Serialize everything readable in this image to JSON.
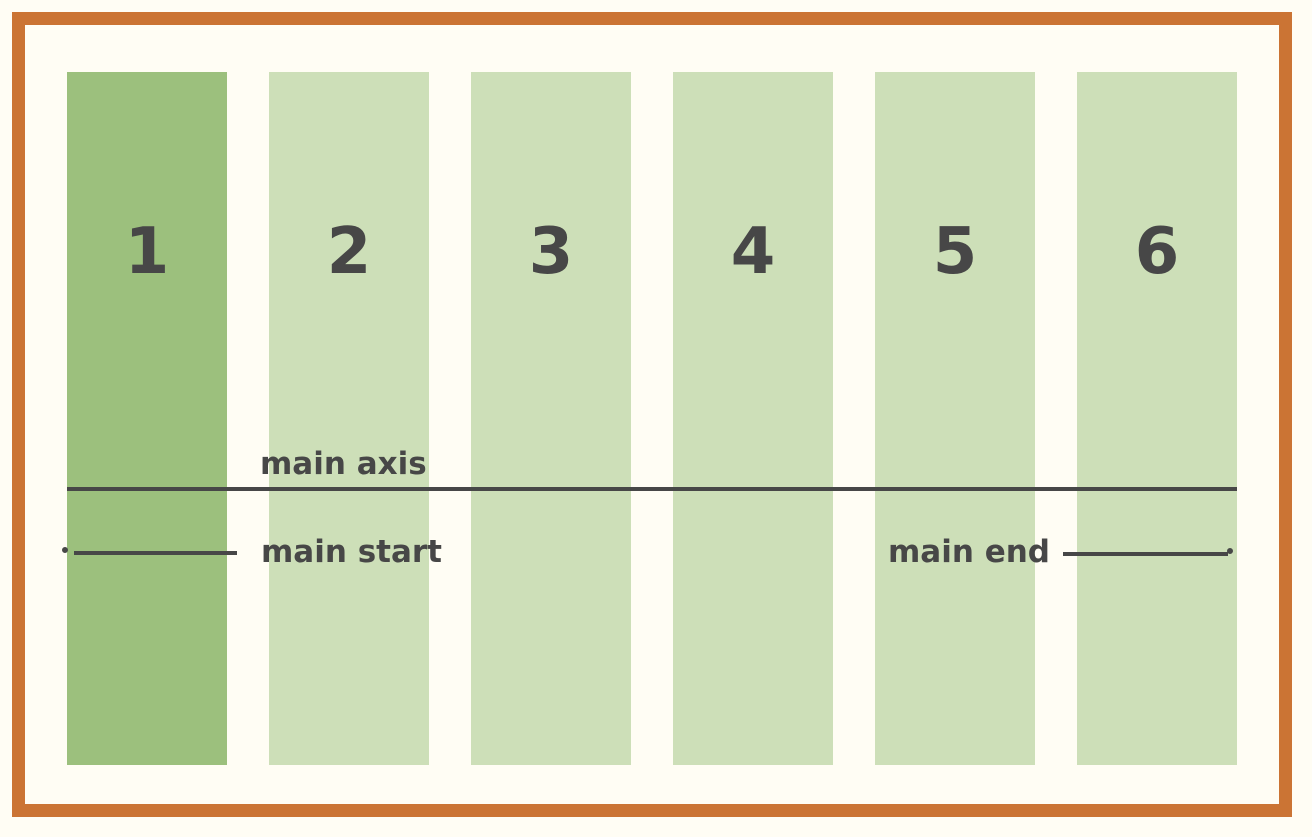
{
  "colors": {
    "background": "#FFFDF4",
    "frame": "#CB7434",
    "item": "#CDDFB8",
    "item_active": "#9CC07D",
    "ink": "#474747"
  },
  "items": [
    {
      "label": "1",
      "variant": "active"
    },
    {
      "label": "2",
      "variant": "normal"
    },
    {
      "label": "3",
      "variant": "normal"
    },
    {
      "label": "4",
      "variant": "normal"
    },
    {
      "label": "5",
      "variant": "normal"
    },
    {
      "label": "6",
      "variant": "normal"
    }
  ],
  "annotations": {
    "main_axis": "main axis",
    "main_start": "main start",
    "main_end": "main end"
  }
}
